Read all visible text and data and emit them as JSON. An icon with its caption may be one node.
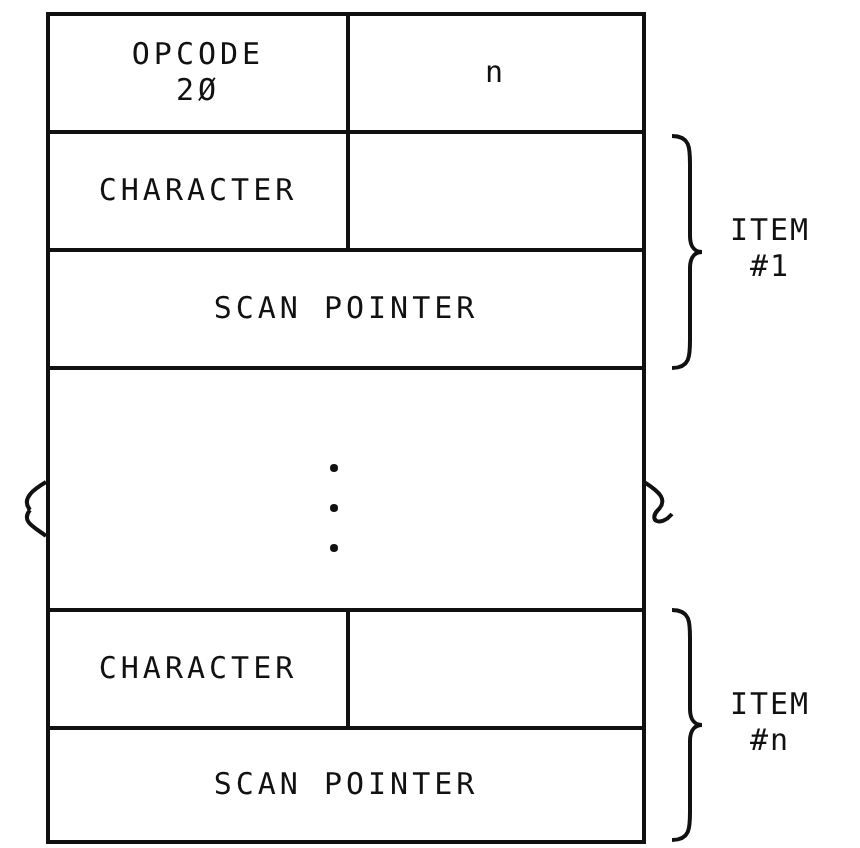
{
  "diagram": {
    "nodes": [
      {
        "text": [
          "OPCODE 2Ø"
        ]
      },
      {
        "text": [
          "n"
        ]
      },
      {
        "text": [
          "CHARACTER"
        ]
      },
      {
        "text": [],
        "shape": "box"
      },
      {
        "text": [
          "SCAN POINTER"
        ]
      },
      {
        "text": [],
        "shape": "box"
      },
      {
        "text": [
          "CHARACTER"
        ]
      },
      {
        "text": [],
        "shape": "box"
      },
      {
        "text": [
          "SCAN POINTER"
        ]
      }
    ],
    "labels": [
      "ITEM #1",
      "ITEM #n"
    ]
  }
}
